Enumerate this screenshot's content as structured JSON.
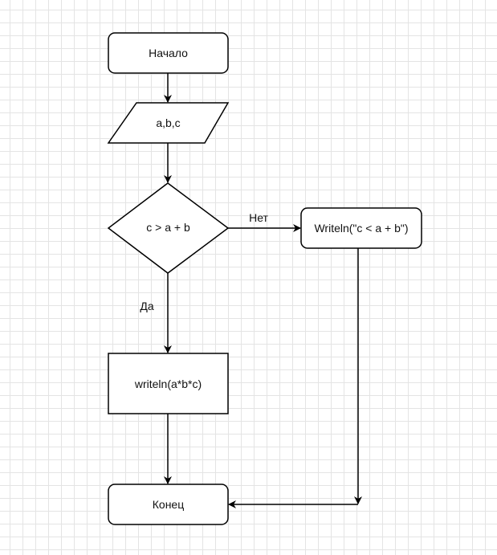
{
  "nodes": {
    "start": "Начало",
    "input": "a,b,c",
    "condition": "c > a + b",
    "no_output": "Writeln(\"c < a + b\")",
    "yes_output": "writeln(a*b*c)",
    "end": "Конец"
  },
  "edges": {
    "no_label": "Нет",
    "yes_label": "Да"
  }
}
